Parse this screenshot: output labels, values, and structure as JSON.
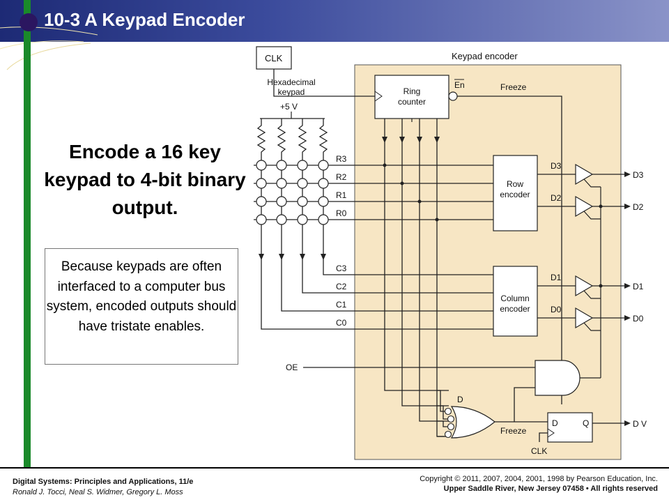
{
  "title": "10-3 A Keypad Encoder",
  "heading": "Encode a 16 key keypad to 4-bit binary output.",
  "note": "Because keypads are often interfaced to a computer bus system, encoded outputs should have tristate enables.",
  "footer": {
    "book": "Digital Systems: Principles and Applications, 11/e",
    "authors": "Ronald J. Tocci, Neal S. Widmer, Gregory L. Moss",
    "copyright": "Copyright © 2011, 2007, 2004, 2001, 1998 by Pearson Education, Inc.",
    "publisher": "Upper Saddle River, New Jersey 07458 • All rights reserved"
  },
  "diagram": {
    "clk_box": "CLK",
    "encoder_title": "Keypad encoder",
    "keypad_label_1": "Hexadecimal",
    "keypad_label_2": "keypad",
    "supply": "+5 V",
    "ring_counter_1": "Ring",
    "ring_counter_2": "counter",
    "en": "En",
    "freeze_top": "Freeze",
    "freeze_bottom": "Freeze",
    "row_encoder_1": "Row",
    "row_encoder_2": "encoder",
    "column_encoder_1": "Column",
    "column_encoder_2": "encoder",
    "rows": [
      "R3",
      "R2",
      "R1",
      "R0"
    ],
    "columns": [
      "C3",
      "C2",
      "C1",
      "C0"
    ],
    "bits_in": [
      "D3",
      "D2",
      "D1",
      "D0"
    ],
    "bits_out": [
      "D3",
      "D2",
      "D1",
      "D0"
    ],
    "oe": "OE",
    "d_gate": "D",
    "ff_d": "D",
    "ff_q": "Q",
    "dv": "D V",
    "ff_clk": "CLK"
  },
  "colors": {
    "title_bar": "#1d2a75",
    "vertical_bar": "#1a8a2a",
    "encoder_panel": "#f7e6c4",
    "bullet": "#2b1660"
  }
}
